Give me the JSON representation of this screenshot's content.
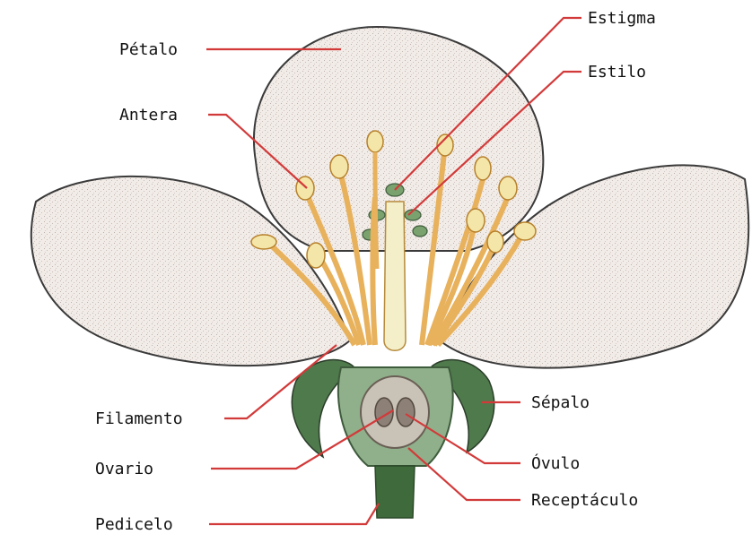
{
  "labels": {
    "petalo": "Pétalo",
    "antera": "Antera",
    "filamento": "Filamento",
    "ovario": "Ovario",
    "pedicelo": "Pedicelo",
    "estigma": "Estigma",
    "estilo": "Estilo",
    "sepalo": "Sépalo",
    "ovulo": "Óvulo",
    "receptaculo": "Receptáculo"
  },
  "colors": {
    "petal_fill": "#f3eeea",
    "petal_stroke": "#3a3a3a",
    "stamen": "#e8b15c",
    "anther": "#f4e6a8",
    "sepal": "#4f7a4c",
    "receptacle": "#8fb08a",
    "pedicel": "#3f6a3b",
    "leader_line": "#d23a3a"
  }
}
